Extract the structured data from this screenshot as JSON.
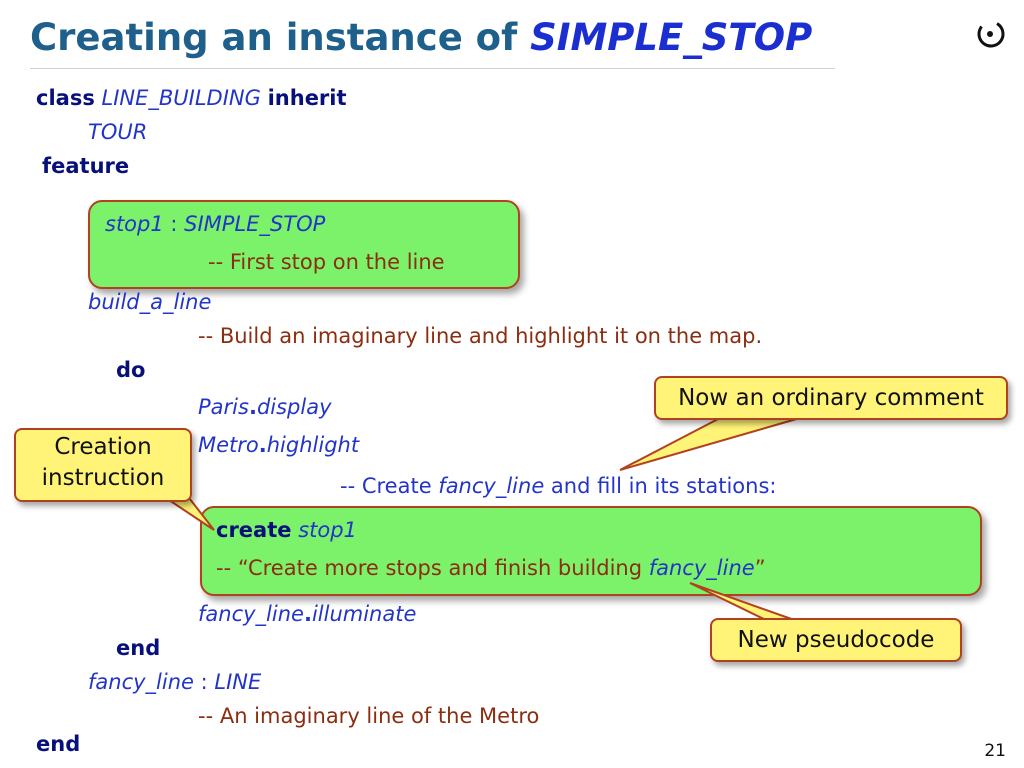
{
  "title": {
    "prefix": "Creating an instance of ",
    "class_name": "SIMPLE_STOP"
  },
  "code": {
    "class_kw": "class",
    "class_name": "LINE_BUILDING",
    "inherit_kw": "inherit",
    "parent": "TOUR",
    "feature_kw": "feature",
    "stop1_decl": {
      "name": "stop1",
      "colon": " : ",
      "type": "SIMPLE_STOP",
      "comment": "-- First stop on the line"
    },
    "build_routine": "build_a_line",
    "build_comment": "-- Build an imaginary line and highlight it on the map.",
    "do_kw": "do",
    "paris": {
      "obj": "Paris",
      "feat": "display"
    },
    "metro": {
      "obj": "Metro",
      "feat": "highlight"
    },
    "create_comment": {
      "pre": "-- Create ",
      "id": "fancy_line",
      "post": " and fill in its stations:"
    },
    "create_kw": "create",
    "create_target": "stop1",
    "pseudo": {
      "pre": "-- “Create more stops and finish building ",
      "id": "fancy_line",
      "post": "”"
    },
    "illuminate": {
      "obj": "fancy_line",
      "feat": "illuminate"
    },
    "end_kw": "end",
    "fancy_decl": {
      "name": "fancy_line",
      "colon": " : ",
      "type": "LINE",
      "comment": "-- An imaginary line of the Metro"
    },
    "final_end": "end",
    "dot": "."
  },
  "callouts": {
    "ordinary_comment": "Now an ordinary comment",
    "creation_line1": "Creation",
    "creation_line2": "instruction",
    "new_pseudocode": "New pseudocode"
  },
  "page_number": "21",
  "colors": {
    "title": "#1f5f8b",
    "keyword": "#07107a",
    "identifier": "#2335c8",
    "comment": "#8b2d10",
    "highlight_box": "#7cf16a",
    "callout": "#fff478",
    "border": "#b2421f"
  }
}
